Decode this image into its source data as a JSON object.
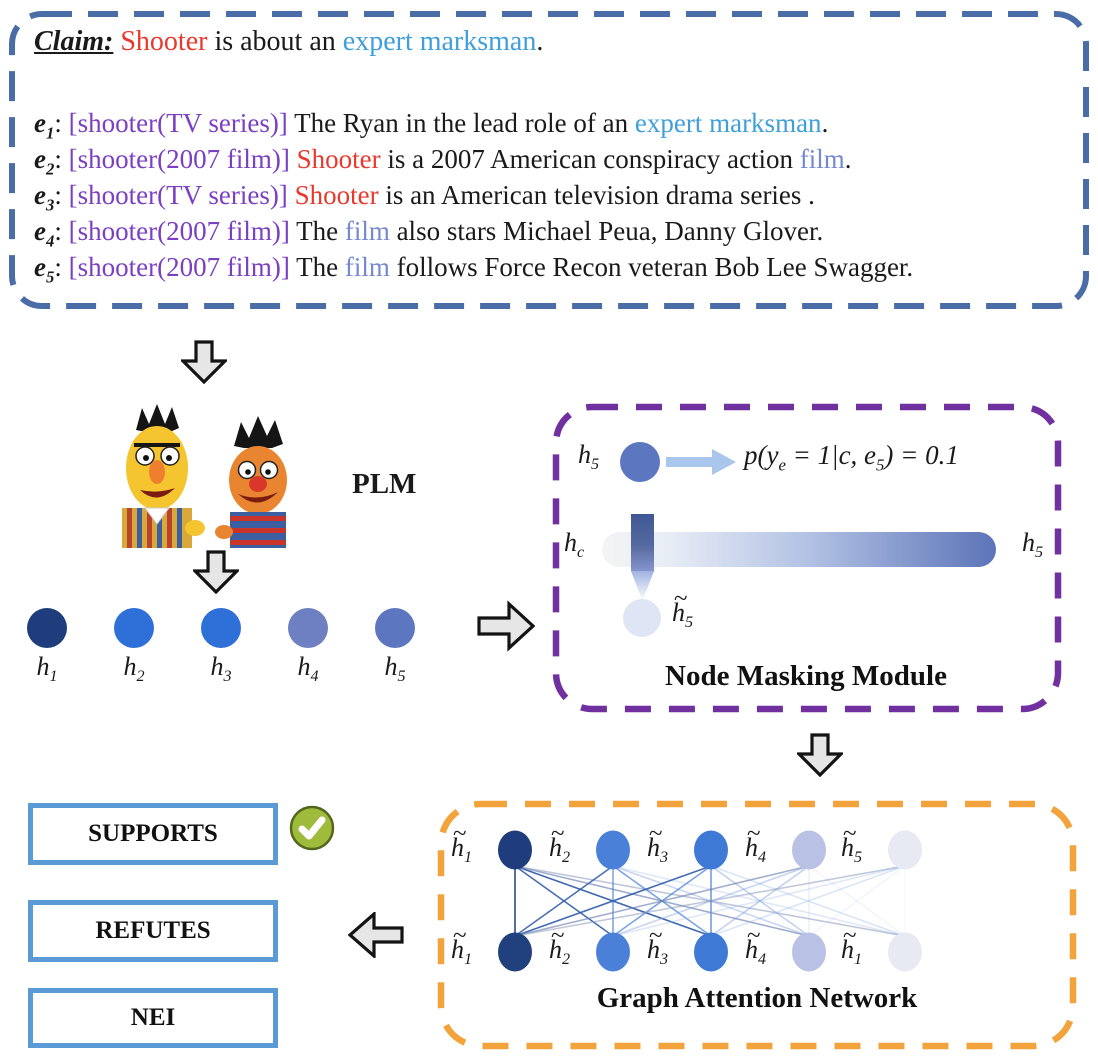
{
  "palette": {
    "claim_box_border": "#4a6da7",
    "masking_box_border": "#7030a0",
    "gat_box_border": "#f2a33c",
    "verdict_box_border": "#5b9bd5",
    "claim_red": "#e8392c",
    "entity_purple": "#7b3fc2",
    "marksman_blue": "#3f9fdb",
    "film_periwinkle": "#7688d2",
    "check_green": "#9fbb3c",
    "arrow_gray": "#e6e6e6",
    "blue_arrow_fill": "#a9c6ec",
    "blue_arrow_stroke": "#4a7fd0",
    "bar_gradient_start": "#f4f4f4",
    "bar_gradient_end": "#5c74b8"
  },
  "claim_box": {
    "label": "Claim:",
    "id_separator": ": ",
    "segments": [
      {
        "text": " Shooter",
        "color": "red"
      },
      {
        "text": " is about an ",
        "color": "black"
      },
      {
        "text": "expert marksman",
        "color": "sky"
      },
      {
        "text": ".",
        "color": "black"
      }
    ],
    "evidence": [
      {
        "base": "e",
        "sub": "1",
        "segments": [
          {
            "text": "[shooter(TV series)]",
            "color": "purple"
          },
          {
            "text": " The Ryan in the lead role of an ",
            "color": "black"
          },
          {
            "text": "expert marksman",
            "color": "sky"
          },
          {
            "text": ".",
            "color": "black"
          }
        ]
      },
      {
        "base": "e",
        "sub": "2",
        "segments": [
          {
            "text": "[shooter(2007 film)]",
            "color": "purple"
          },
          {
            "text": " ",
            "color": "black"
          },
          {
            "text": "Shooter",
            "color": "red"
          },
          {
            "text": " is a 2007 American conspiracy action ",
            "color": "black"
          },
          {
            "text": "film",
            "color": "peri"
          },
          {
            "text": ".",
            "color": "black"
          }
        ]
      },
      {
        "base": "e",
        "sub": "3",
        "segments": [
          {
            "text": "[shooter(TV series)]",
            "color": "purple"
          },
          {
            "text": " ",
            "color": "black"
          },
          {
            "text": "Shooter",
            "color": "red"
          },
          {
            "text": " is an American television drama series .",
            "color": "black"
          }
        ]
      },
      {
        "base": "e",
        "sub": "4",
        "segments": [
          {
            "text": "[shooter(2007 film)]",
            "color": "purple"
          },
          {
            "text": " The ",
            "color": "black"
          },
          {
            "text": "film",
            "color": "peri"
          },
          {
            "text": " also stars Michael Peua, Danny Glover.",
            "color": "black"
          }
        ]
      },
      {
        "base": "e",
        "sub": "5",
        "segments": [
          {
            "text": "[shooter(2007 film)]",
            "color": "purple"
          },
          {
            "text": " The ",
            "color": "black"
          },
          {
            "text": "film",
            "color": "peri"
          },
          {
            "text": " follows Force Recon veteran Bob Lee Swagger.",
            "color": "black"
          }
        ]
      }
    ]
  },
  "plm": {
    "label": "PLM",
    "nodes": [
      {
        "base": "h",
        "sub": "1",
        "color": "#1f3d7d"
      },
      {
        "base": "h",
        "sub": "2",
        "color": "#2e6fd8"
      },
      {
        "base": "h",
        "sub": "3",
        "color": "#2e6fd8"
      },
      {
        "base": "h",
        "sub": "4",
        "color": "#6e80c2"
      },
      {
        "base": "h",
        "sub": "5",
        "color": "#5d76c0"
      }
    ]
  },
  "masking": {
    "title": "Node Masking Module",
    "input_label": {
      "base": "h",
      "sub": "5"
    },
    "input_node_color": "#5d76c0",
    "formula": {
      "p1": "p(y",
      "s1": "e",
      "p2": " = 1|c, e",
      "s2": "5",
      "p3": ") = 0.1"
    },
    "bar_left_label": {
      "base": "h",
      "sub": "c"
    },
    "bar_right_label": {
      "base": "h",
      "sub": "5"
    },
    "masked_label": {
      "tilde": "~",
      "base": "h",
      "sub": "5"
    },
    "masked_node_color": "#dfe5f5"
  },
  "gat": {
    "title": "Graph Attention Network",
    "top_nodes": [
      {
        "tilde": "~",
        "base": "h",
        "sub": "1",
        "color": "#1f3d7d"
      },
      {
        "tilde": "~",
        "base": "h",
        "sub": "2",
        "color": "#4a80d8"
      },
      {
        "tilde": "~",
        "base": "h",
        "sub": "3",
        "color": "#3f79d6"
      },
      {
        "tilde": "~",
        "base": "h",
        "sub": "4",
        "color": "#b9c2e4"
      },
      {
        "tilde": "~",
        "base": "h",
        "sub": "5",
        "color": "#e7eaf3"
      }
    ],
    "bottom_nodes": [
      {
        "tilde": "~",
        "base": "h",
        "sub": "1",
        "color": "#21407e"
      },
      {
        "tilde": "~",
        "base": "h",
        "sub": "2",
        "color": "#4a80d8"
      },
      {
        "tilde": "~",
        "base": "h",
        "sub": "3",
        "color": "#3f79d6"
      },
      {
        "tilde": "~",
        "base": "h",
        "sub": "4",
        "color": "#b9c2e4"
      },
      {
        "tilde": "~",
        "base": "h",
        "sub": "1",
        "color": "#e7eaf3"
      }
    ]
  },
  "verdicts": {
    "supports": "SUPPORTS",
    "refutes": "REFUTES",
    "nei": "NEI"
  }
}
